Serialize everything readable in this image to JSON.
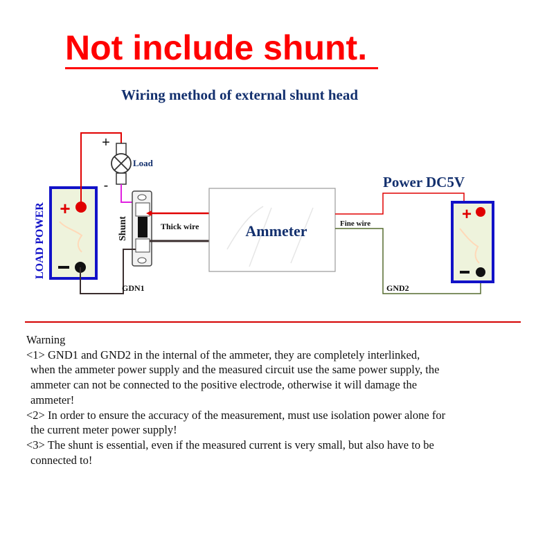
{
  "headline": "Not include shunt.",
  "diagram_title": "Wiring method of external shunt head",
  "labels": {
    "load_power": "LOAD POWER",
    "load": "Load",
    "plus": "+",
    "minus": "-",
    "shunt": "Shunt",
    "thick_wire": "Thick wire",
    "ammeter": "Ammeter",
    "fine_wire": "Fine wire",
    "power_dc5v": "Power DC5V",
    "gdn1": "GDN1",
    "gnd2": "GND2"
  },
  "colors": {
    "headline": "#ff0000",
    "title": "#13306e",
    "battery_frame": "#1212c8",
    "battery_fill": "#eef3dc",
    "wire_positive": "#e00000",
    "wire_negative": "#3a2e2e",
    "wire_signal": "#556b2f",
    "wire_shunt": "#e020e0",
    "divider": "#d40000"
  },
  "warning": {
    "heading": "Warning",
    "lines": [
      "<1>  GND1 and GND2 in the internal of the ammeter, they are completely interlinked,",
      " when the ammeter power supply and the measured circuit use the same power supply, the",
      " ammeter can not be connected to the positive electrode, otherwise it will damage the",
      " ammeter!",
      "<2>  In order to ensure the accuracy of the measurement, must use isolation power alone for",
      " the current meter power supply!",
      "<3>  The shunt is essential, even if the measured current is very small, but also have to be",
      " connected to!"
    ]
  }
}
